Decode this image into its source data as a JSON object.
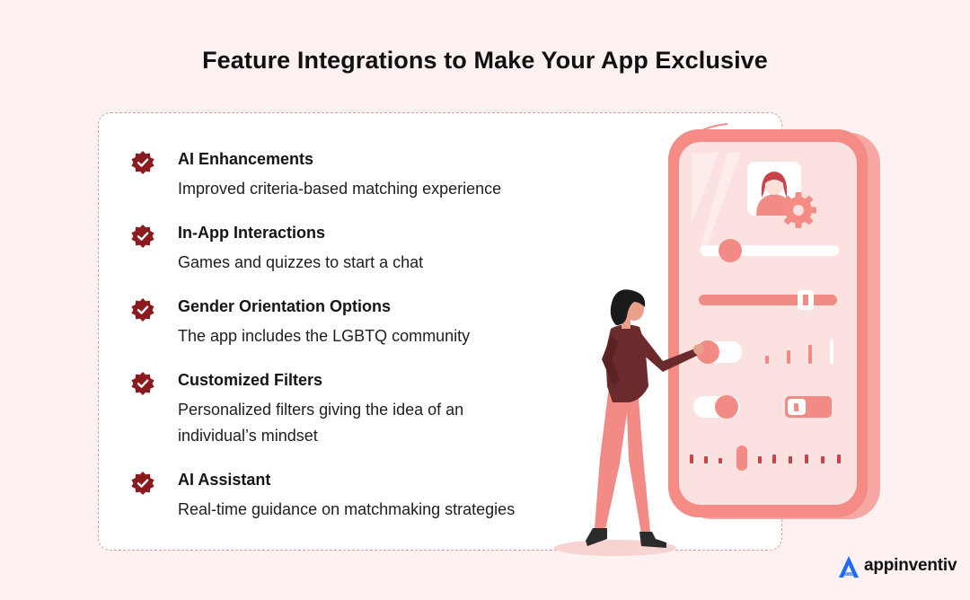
{
  "title": "Feature Integrations to Make Your App Exclusive",
  "features": [
    {
      "title": "AI Enhancements",
      "description": "Improved criteria-based matching experience"
    },
    {
      "title": "In-App Interactions",
      "description": "Games and quizzes to start a chat"
    },
    {
      "title": "Gender Orientation Options",
      "description": "The app includes the LGBTQ community"
    },
    {
      "title": "Customized Filters",
      "description": "Personalized filters giving the idea of an individual’s mindset"
    },
    {
      "title": "AI Assistant",
      "description": "Real-time guidance on matchmaking strategies"
    }
  ],
  "brand": {
    "name": "appinventiv",
    "icon": "appinventiv-logo-icon"
  },
  "icons": {
    "feature_badge": "check-badge-icon"
  },
  "colors": {
    "background": "#fdf1f1",
    "badge": "#8b1a1f",
    "accent": "#f28b86",
    "card_border": "#e39a9a",
    "brand_blue": "#1f6bff"
  }
}
